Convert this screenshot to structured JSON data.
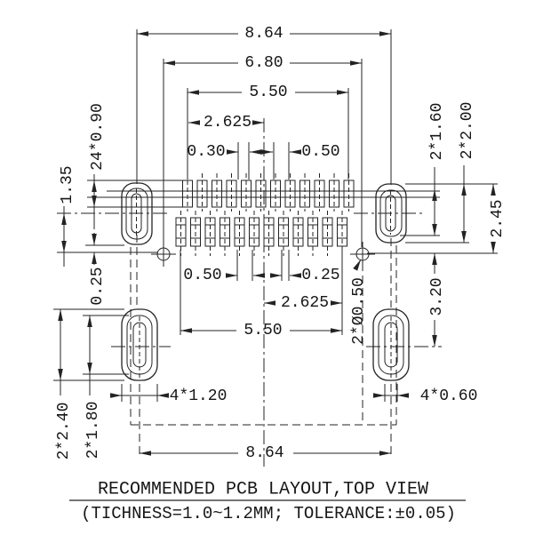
{
  "footer": {
    "title": "RECOMMENDED PCB LAYOUT,TOP VIEW",
    "tolerance_note": "(TICHNESS=1.0~1.2MM; TOLERANCE:±0.05)"
  },
  "dimensions": {
    "overall_width_top": "8.64",
    "hole_spacing": "6.80",
    "top_row_span": "5.50",
    "top_half_span": "2.625",
    "top_pad_width": "0.30",
    "top_pad_pitch": "0.50",
    "pad_count_length": "24*0.90",
    "row_gap": "1.35",
    "left_row_offset": "0.25",
    "shell_slot_height": "2*1.60",
    "shell_pad_height": "2*2.00",
    "edge_to_hole": "2.45",
    "hole_to_leg": "3.20",
    "locating_holes": "2*Ø0.50",
    "bottom_pad_pitch": "0.50",
    "bottom_row_offset": "0.25",
    "bottom_half_span": "2.625",
    "bottom_row_span": "5.50",
    "leg_pad_width": "4*1.20",
    "leg_slot_width": "4*0.60",
    "leg_pad_length": "2*2.40",
    "leg_slot_length": "2*1.80",
    "overall_width_bottom": "8.64"
  }
}
